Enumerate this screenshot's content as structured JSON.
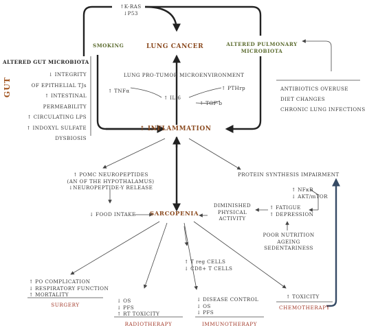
{
  "top_genes": [
    "↑K-RAS",
    "↓P53"
  ],
  "smoking": "SMOKING",
  "lung_cancer": "LUNG CANCER",
  "altered_pulmonary": [
    "ALTERED PULMONARY",
    "MICROBIOTA"
  ],
  "microenvironment": {
    "title": "LUNG PRO-TUMOR MICROENVIRONMENT",
    "tnf": "↑ TNFα",
    "il6": "↑ IL-6",
    "pthrp": "↑ PTHrp",
    "tgf": "↑ TGF-b"
  },
  "gut_label": "GUT",
  "gut_microbiota": {
    "title": "ALTERED GUT MICROBIOTA",
    "lines": [
      "↓ INTEGRITY",
      "OF EPITHELIAL TJs",
      "↑ INTESTINAL",
      "PERMEABILITY",
      "↑ CIRCULATING LPS",
      "↑ INDOXYL SULFATE",
      "DYSBIOSIS"
    ]
  },
  "pulmonary_causes": [
    "ANTIBIOTICS OVERUSE",
    "DIET CHANGES",
    "CHRONIC LUNG INFECTIONS"
  ],
  "inflammation": "↑ INFLAMMATION",
  "pomc": [
    "↑ POMC NEUROPEPTIDES",
    "(AN OF THE HYPOTHALAMUS)",
    "↓NEUROPEPTIDE-Y RELEASE"
  ],
  "protein_synthesis": "PROTEIN SYNTHESIS IMPAIRMENT",
  "nfkb": [
    "↑ NFκB",
    "↓ AKT/mTOR"
  ],
  "food_intake": "↓ FOOD INTAKE",
  "sarcopenia": "SARCOPENIA",
  "diminished": [
    "DIMINISHED",
    "PHYSICAL",
    "ACTIVITY"
  ],
  "fatigue": [
    "↑ FATIGUE",
    "↑ DEPRESSION"
  ],
  "poor_nutrition": [
    "POOR NUTRITION",
    "AGEING",
    "SEDENTARINESS"
  ],
  "treg": [
    "↑ T reg CELLS",
    "↓ CD8+ T CELLS"
  ],
  "surgery": {
    "lines": [
      "↑ PO COMPLICATION",
      "↓ RESPIRATORY FUNCTION",
      "↑ MORTALITY"
    ],
    "label": "SURGERY"
  },
  "radiotherapy": {
    "lines": [
      "↓ OS",
      "↓ PFS",
      "↑ RT TOXICITY"
    ],
    "label": "RADIOTHERAPY"
  },
  "immunotherapy": {
    "lines": [
      "↓ DISEASE CONTROL",
      "↓ OS",
      "↓ PFS"
    ],
    "label": "IMMUNOTHERAPY"
  },
  "chemotherapy": {
    "lines": [
      "↑ TOXICITY"
    ],
    "label": "CHEMOTHERAPY"
  },
  "colors": {
    "green": "#5b6b2e",
    "brown": "#8b4a1f",
    "red": "#a33a2a",
    "navy": "#354a64"
  }
}
